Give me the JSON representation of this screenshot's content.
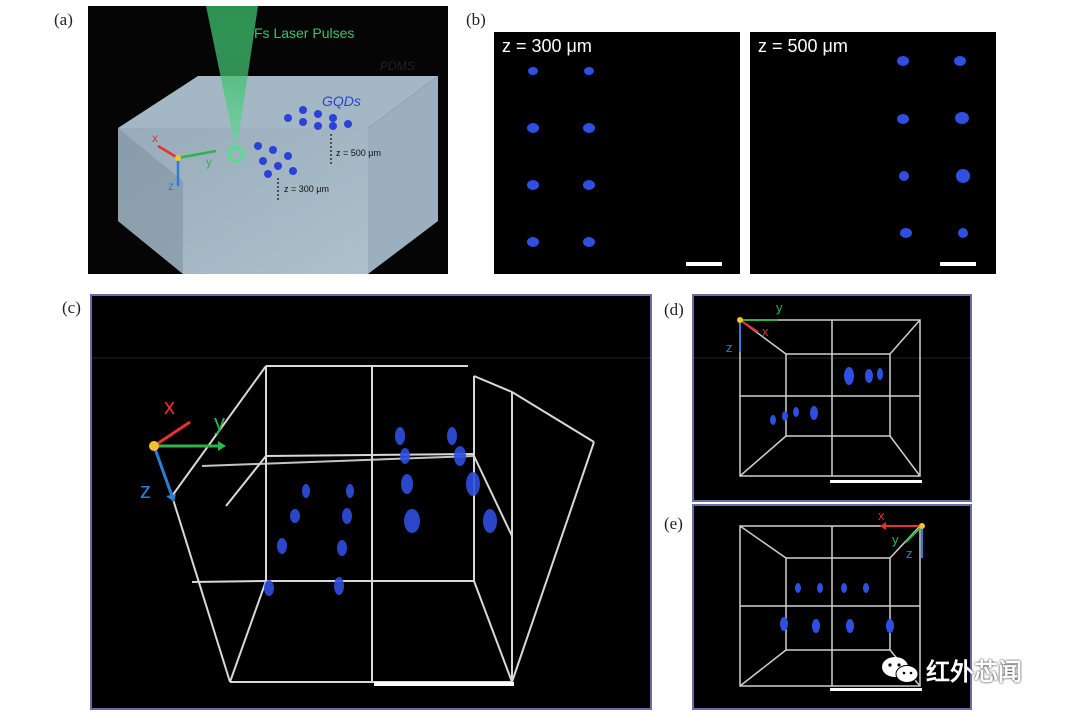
{
  "panel_labels": {
    "a": "(a)",
    "b": "(b)",
    "c": "(c)",
    "d": "(d)",
    "e": "(e)"
  },
  "panel_a": {
    "laser_label": "Fs Laser Pulses",
    "material_label": "PDMS",
    "qd_label": "GQDs",
    "depth_300": "z = 300 μm",
    "depth_500": "z = 500 μm",
    "axis_x": "x",
    "axis_y": "y",
    "axis_z": "z"
  },
  "panel_b": {
    "left_title": "z = 300 μm",
    "right_title": "z = 500 μm"
  },
  "axes_3d": {
    "x": "x",
    "y": "y",
    "z": "z"
  },
  "watermark": {
    "text": "红外芯闻",
    "icon": "wechat-icon"
  },
  "colors": {
    "dot_blue": "#3050e0",
    "axis_x": "#e83030",
    "axis_y": "#2eb54a",
    "axis_z": "#2a7fd4",
    "laser_green": "#3cc46a",
    "frame_border": "#6c6ca8"
  }
}
